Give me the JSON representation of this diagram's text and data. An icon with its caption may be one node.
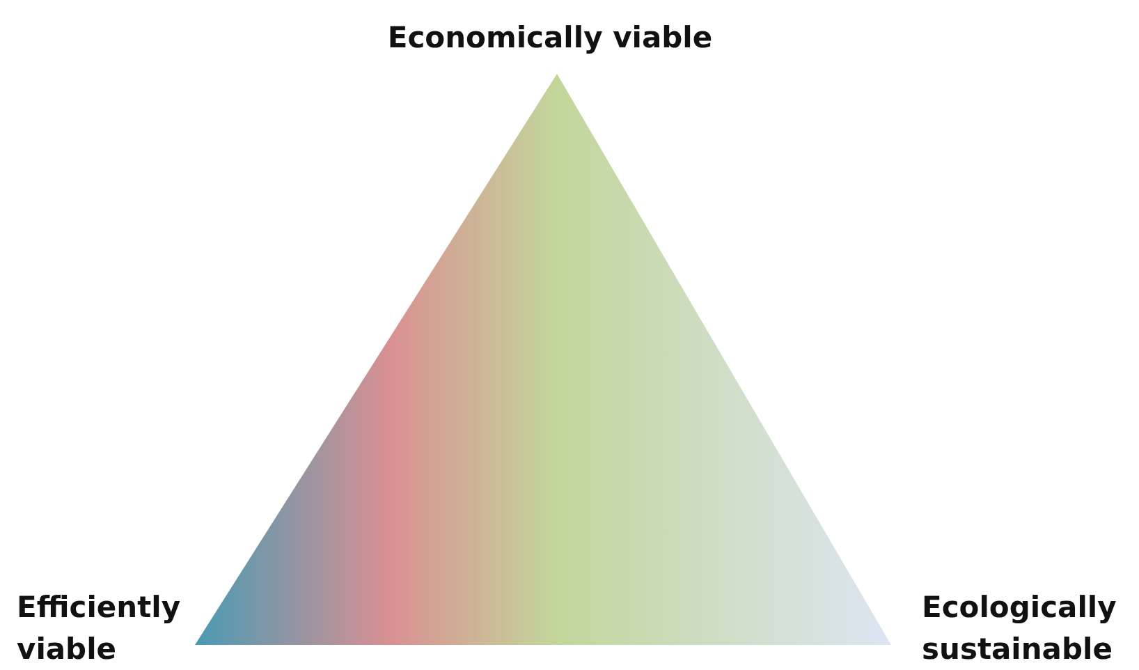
{
  "diagram": {
    "labels": [
      "Economically viable",
      "Efficiently viable",
      "Ecologically sustainable"
    ]
  }
}
